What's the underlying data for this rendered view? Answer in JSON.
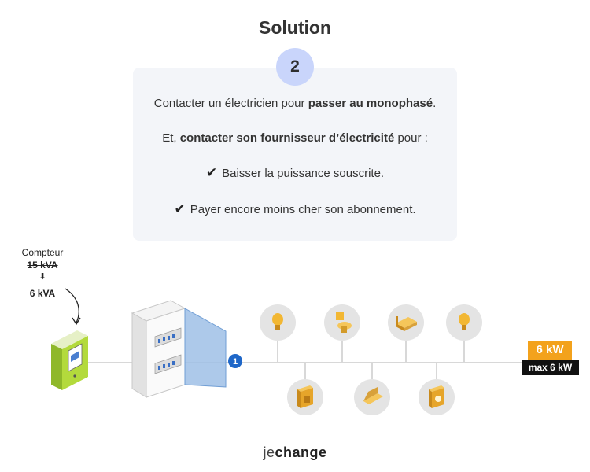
{
  "title": "Solution",
  "step": "2",
  "lines": {
    "l1_pre": "Contacter un électricien pour ",
    "l1_bold": "passer au monophasé",
    "l1_post": ".",
    "l2_pre": "Et, ",
    "l2_bold": "contacter son fournisseur d’électricité",
    "l2_post": " pour :",
    "check1": "Baisser la puissance souscrite.",
    "check2": "Payer encore moins cher son abonnement."
  },
  "meter": {
    "label": "Compteur",
    "old_value": "15 kVA",
    "arrow": "⬇",
    "new_value": "6 kVA"
  },
  "panel_marker": "1",
  "power": {
    "value": "6 kW",
    "max": "max 6 kW"
  },
  "appliances": [
    "bulb-icon",
    "toilet-icon",
    "bed-icon",
    "bulb-icon",
    "stove-icon",
    "laptop-icon",
    "washing-machine-icon"
  ],
  "logo": {
    "part1": "je",
    "part2": "change"
  },
  "colors": {
    "badge": "#c9d5fb",
    "card": "#f3f5f9",
    "power": "#f3a21c",
    "meter": "#a7d234",
    "marker": "#1f67c8"
  }
}
